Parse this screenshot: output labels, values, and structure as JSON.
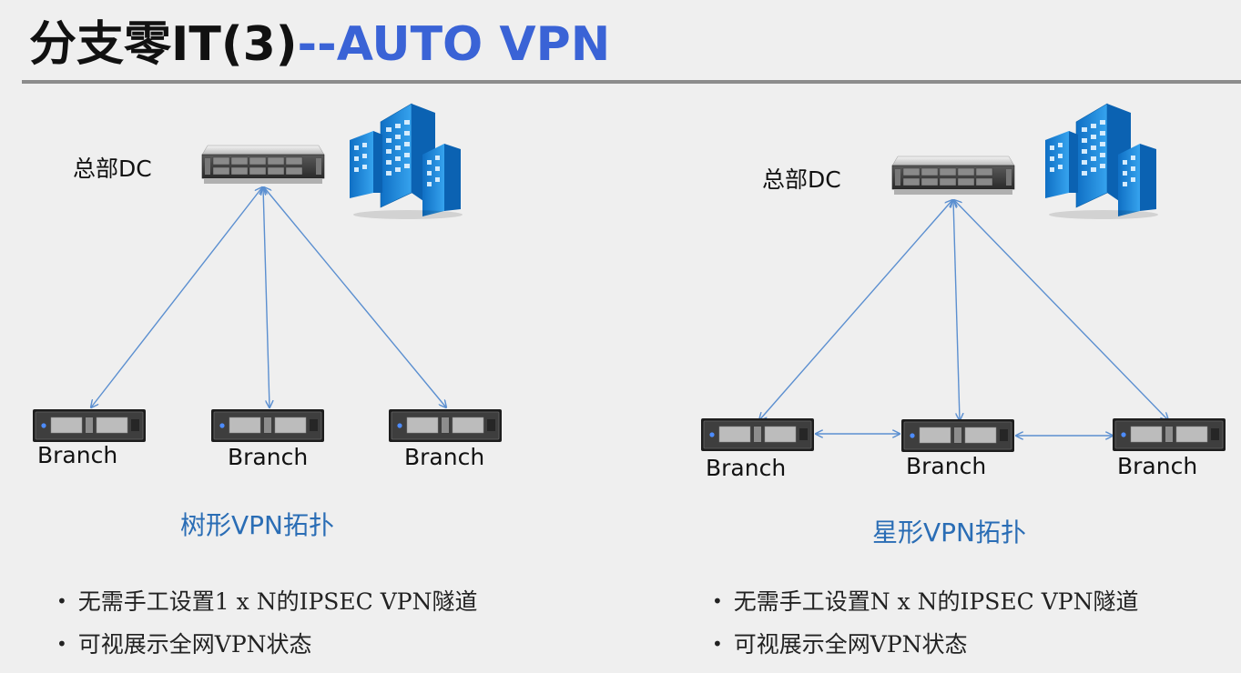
{
  "title": {
    "main": "分支零IT(3)",
    "accent": "--AUTO VPN"
  },
  "colors": {
    "accent": "#3a63d6",
    "caption": "#2a6db5",
    "link": "#5b8fd0",
    "building": "#1e88d8"
  },
  "left": {
    "hq_label": "总部DC",
    "branches": [
      "Branch",
      "Branch",
      "Branch"
    ],
    "caption": "树形VPN拓扑",
    "bullets": [
      "无需手工设置1 x N的IPSEC VPN隧道",
      "可视展示全网VPN状态"
    ]
  },
  "right": {
    "hq_label": "总部DC",
    "branches": [
      "Branch",
      "Branch",
      "Branch"
    ],
    "caption": "星形VPN拓扑",
    "bullets": [
      "无需手工设置N x N的IPSEC VPN隧道",
      "可视展示全网VPN状态"
    ]
  },
  "icons": [
    "rack-server-icon",
    "building-icon",
    "branch-appliance-icon",
    "double-arrow-link-icon"
  ]
}
